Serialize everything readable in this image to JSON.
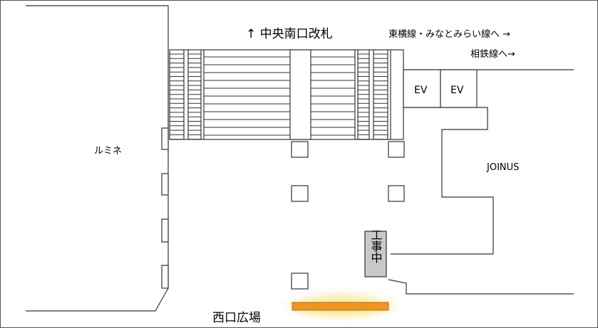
{
  "labels": {
    "lumine": "ルミネ",
    "central_south_gate": "↑ 中央南口改札",
    "toyoko_minatomirai_line": "東横線・みなとみらい線へ →",
    "sotetsu_line": "相鉄線へ→",
    "ev1": "EV",
    "ev2": "EV",
    "joinus": "JOINUS",
    "construction": "工事中",
    "west_plaza": "西口広場"
  },
  "colors": {
    "line": "#333333",
    "construction_fill": "#c8c8c8",
    "highlight_bar": "#f0961e",
    "highlight_glow": "#f7e48a"
  }
}
